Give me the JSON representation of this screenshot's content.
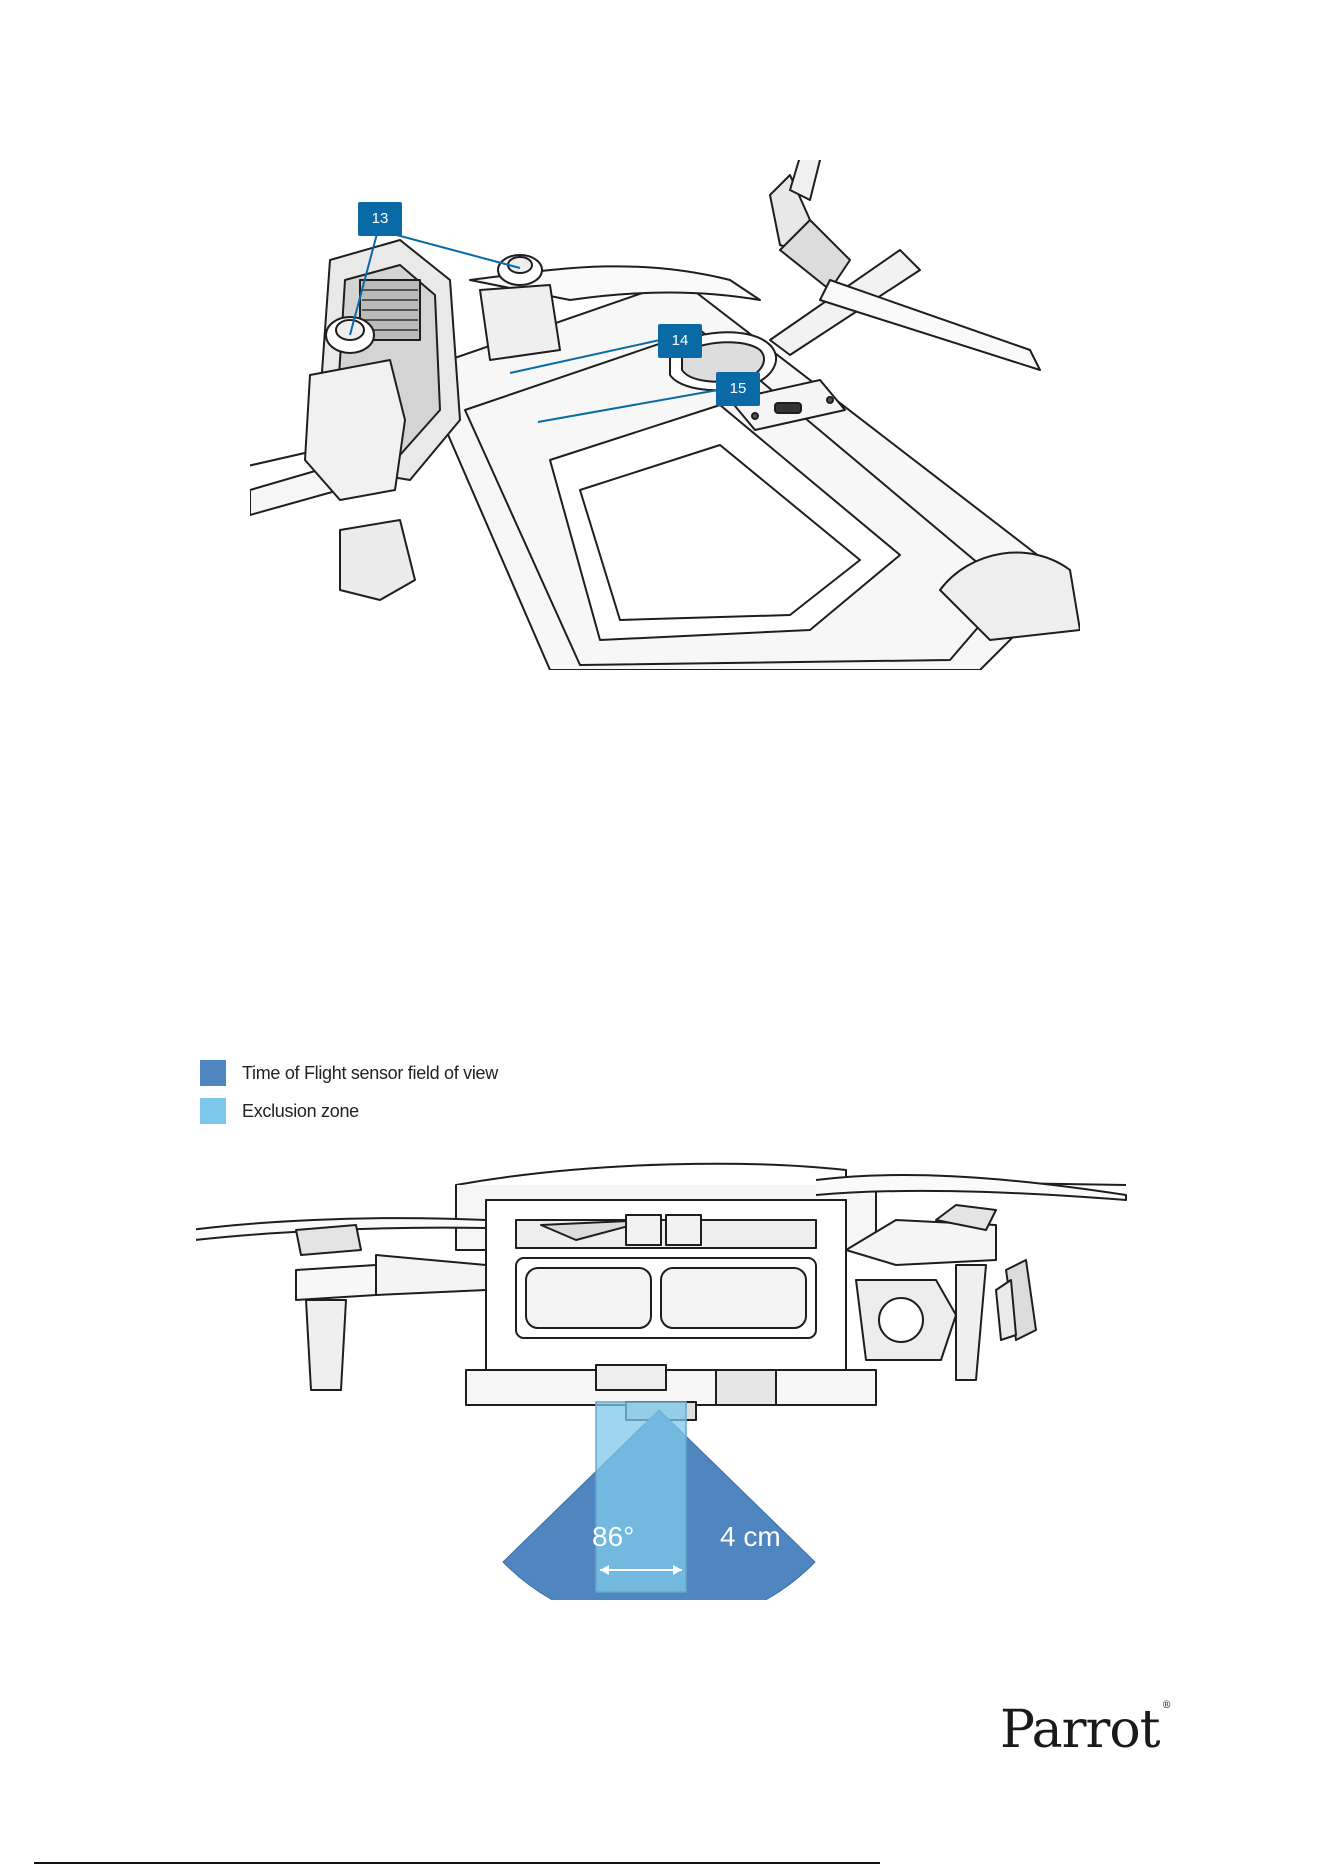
{
  "top_figure": {
    "callouts": [
      {
        "id": "callout-13",
        "label": "13"
      },
      {
        "id": "callout-14",
        "label": "14"
      },
      {
        "id": "callout-15",
        "label": "15"
      }
    ]
  },
  "bottom_figure": {
    "legend": [
      {
        "label": "Time of Flight sensor field of view",
        "color": "#4f86c0"
      },
      {
        "label": "Exclusion zone",
        "color": "#7dc8ea"
      }
    ],
    "annotations": {
      "angle": "86°",
      "width": "4 cm"
    }
  },
  "brand": {
    "name": "Parrot",
    "mark": "®"
  },
  "colors": {
    "callout": "#0a6aa6",
    "fov": "#4f86c0",
    "exclusion": "#7dc8ea"
  }
}
